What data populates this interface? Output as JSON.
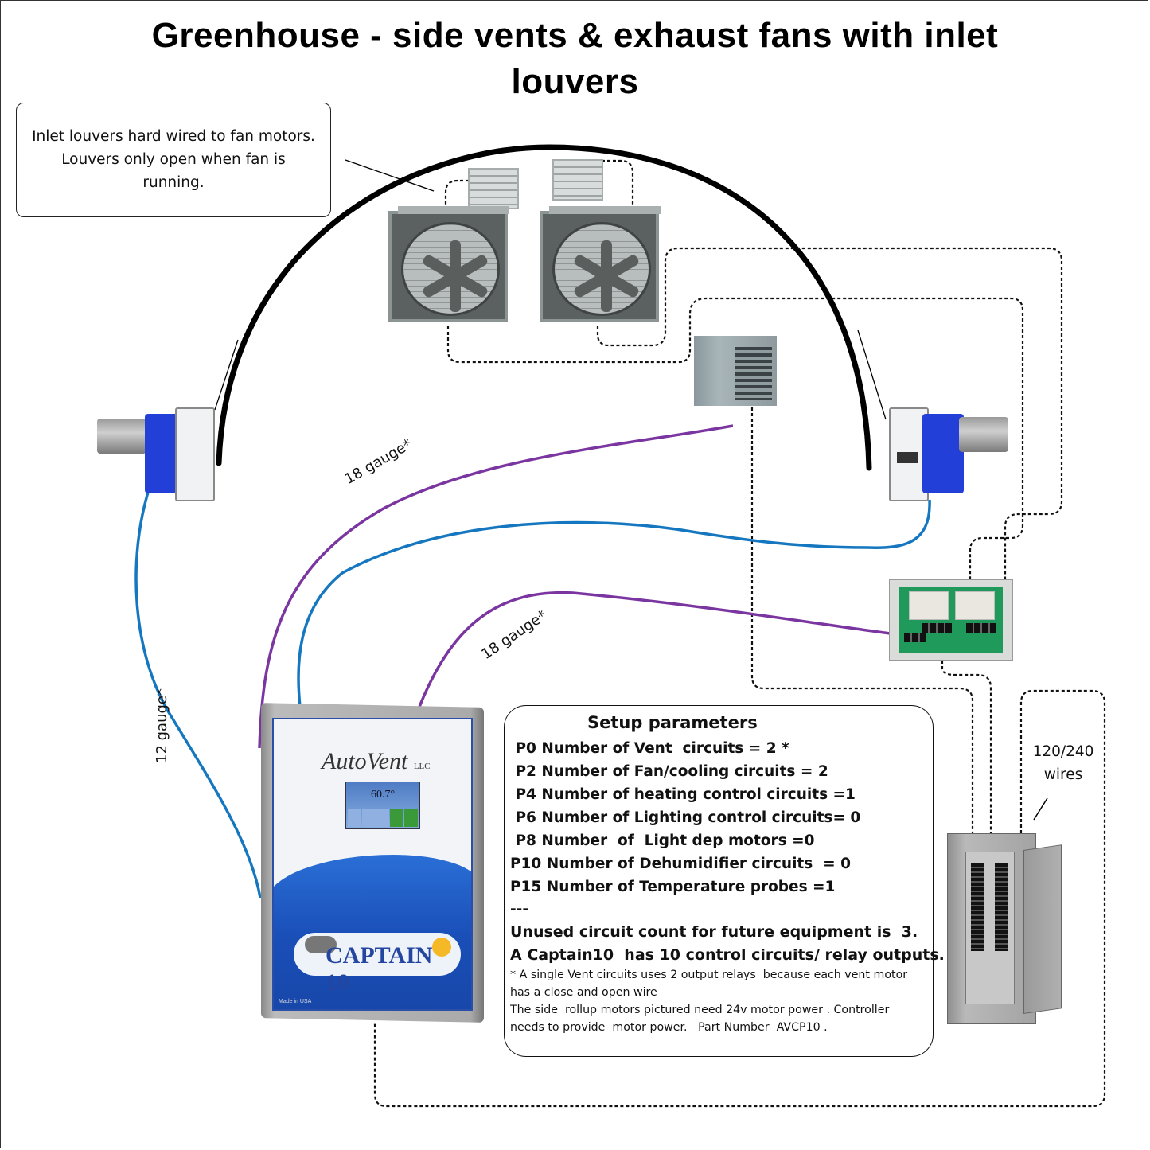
{
  "title": {
    "line1": "Greenhouse  - side vents & exhaust fans with inlet",
    "line2": "louvers"
  },
  "callout": {
    "lines": [
      "Inlet louvers hard wired to fan motors.",
      "Louvers only open when  fan  is",
      "running."
    ]
  },
  "wire_labels": {
    "upper_purple": "18 gauge*",
    "lower_purple": "18 gauge*",
    "left_blue": "12 gauge*"
  },
  "wire_colors": {
    "purple": "#7a35a0",
    "blue": "#1577bf",
    "arch": "#000000",
    "dotted": "#111111"
  },
  "controller": {
    "brand": "AutoVent",
    "brand_suffix": "LLC",
    "screen_temperature": "60.7°",
    "model_label": "CAPTAIN 10",
    "made_in": "Made in USA"
  },
  "power_panel": {
    "label_line1": "120/240",
    "label_line2": "wires"
  },
  "setup": {
    "title": "Setup parameters",
    "params": [
      " P0 Number of Vent  circuits = 2 *",
      " P2 Number of Fan/cooling circuits = 2",
      " P4 Number of heating control circuits =1",
      " P6 Number of Lighting control circuits= 0",
      " P8 Number  of  Light dep motors =0",
      "P10 Number of Dehumidifier circuits  = 0",
      "P15 Number of Temperature probes =1",
      "---"
    ],
    "summary": [
      "Unused circuit count for future equipment is  3.",
      "A Captain10  has 10 control circuits/ relay outputs."
    ],
    "notes": [
      "* A single Vent circuits uses 2 output relays  because each vent motor",
      "has a close and open wire",
      "The side  rollup motors pictured need 24v motor power . Controller",
      "needs to provide  motor power.   Part Number  AVCP10 ."
    ]
  },
  "components": [
    "exhaust-fan-1",
    "exhaust-fan-2",
    "inlet-louver-1",
    "inlet-louver-2",
    "unit-heater",
    "left-rollup-motor",
    "right-rollup-motor",
    "relay-box",
    "breaker-panel",
    "captain10-controller"
  ]
}
